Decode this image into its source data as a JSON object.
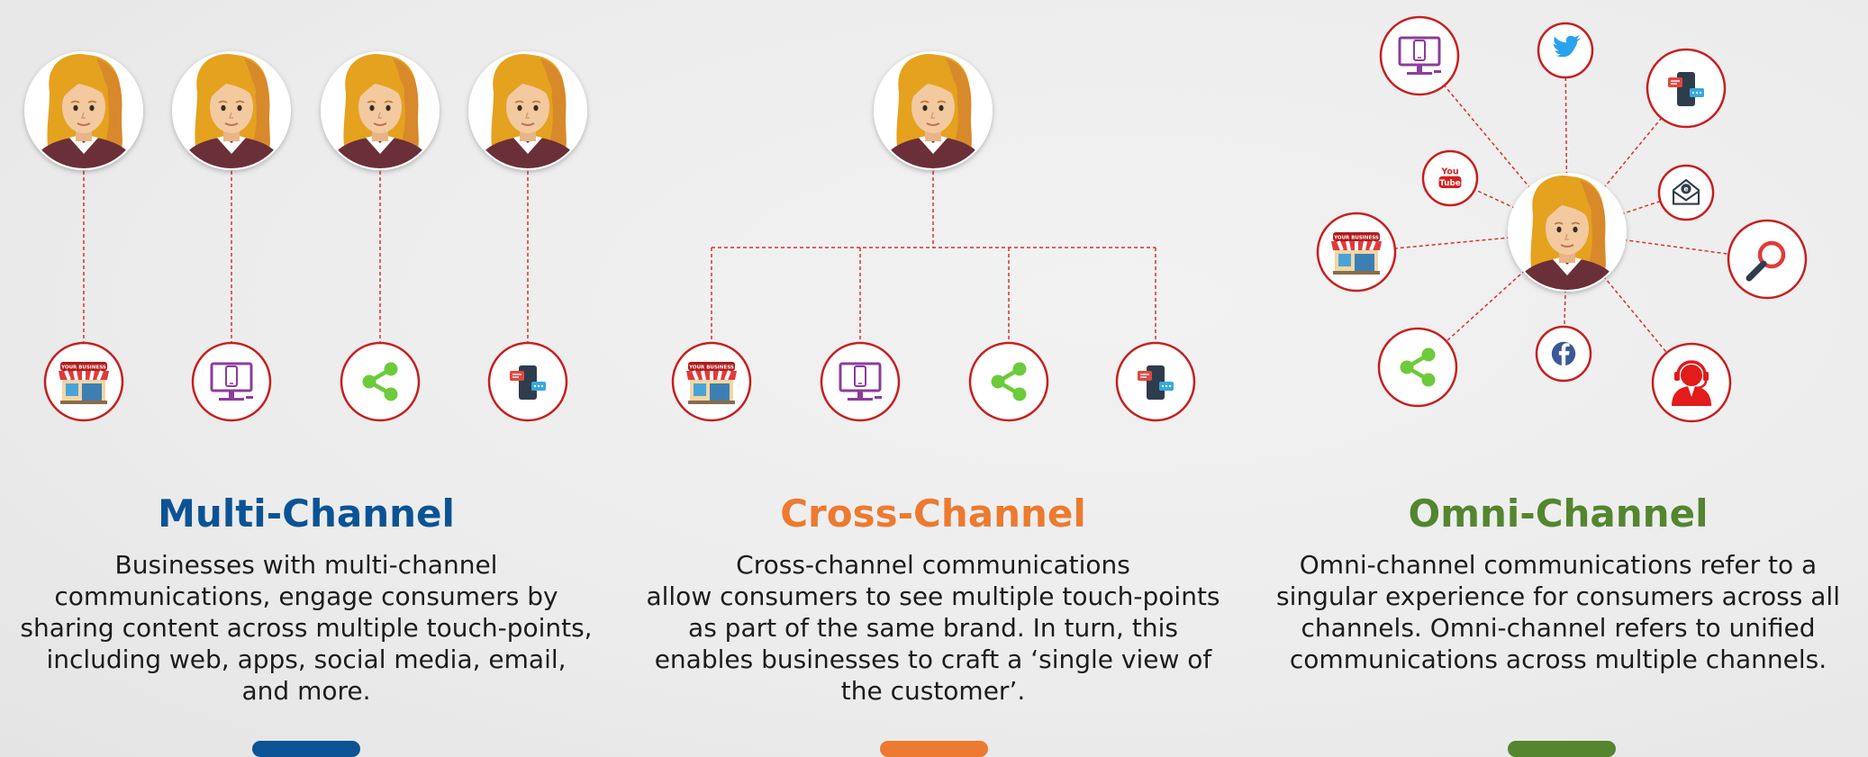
{
  "panels": [
    {
      "id": "multi",
      "title": "Multi-Channel",
      "description": "Businesses with multi-channel\ncommunications, engage consumers by\nsharing content across multiple touch-points,\nincluding web, apps, social media, email,\nand more.",
      "color": "#0b5394"
    },
    {
      "id": "cross",
      "title": "Cross-Channel",
      "description": "Cross-channel communications\nallow consumers to see multiple touch-points\nas part of the same brand. In turn, this\nenables businesses to craft a ‘single view of\nthe customer’.",
      "color": "#ec7a30"
    },
    {
      "id": "omni",
      "title": "Omni-Channel",
      "description": "Omni-channel communications refer to a\nsingular experience for consumers across all\nchannels. Omni-channel refers to unified\ncommunications across multiple channels.",
      "color": "#53862f"
    }
  ],
  "store_sign_text": "YOUR BUSINESS",
  "youtube_text": "You Tube",
  "colors": {
    "ring": "#c81e1e",
    "connector": "#d9312b",
    "share_green": "#6ccb3a",
    "device_purple": "#8b3d9c",
    "facebook_blue": "#3b5998",
    "twitter_blue": "#2aa3ef",
    "support_red": "#e21b1b"
  }
}
